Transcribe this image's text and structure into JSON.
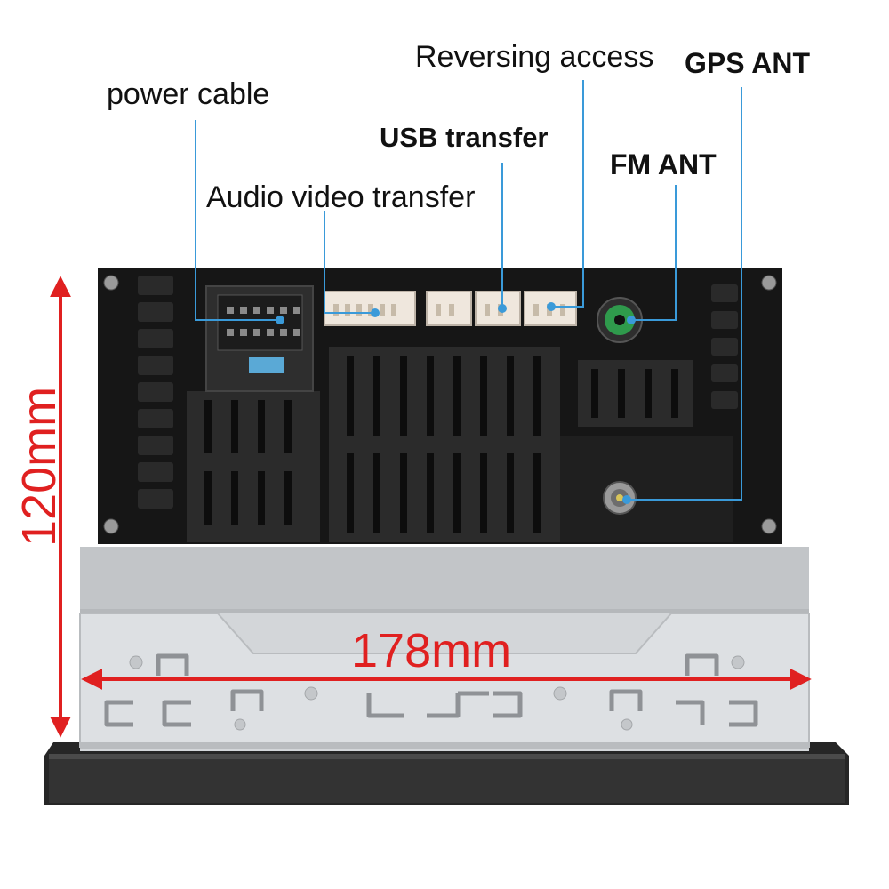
{
  "callouts": {
    "power_cable": "power cable",
    "audio_video": "Audio video transfer",
    "usb": "USB transfer",
    "reversing": "Reversing access",
    "fm_ant": "FM ANT",
    "gps_ant": "GPS ANT"
  },
  "dimensions": {
    "height": "120mm",
    "width": "178mm"
  },
  "colors": {
    "callout_line": "#3a9ad9",
    "dimension": "#e02020",
    "unit_body": "#1b1b1b",
    "chassis": "#cfd2d5"
  }
}
